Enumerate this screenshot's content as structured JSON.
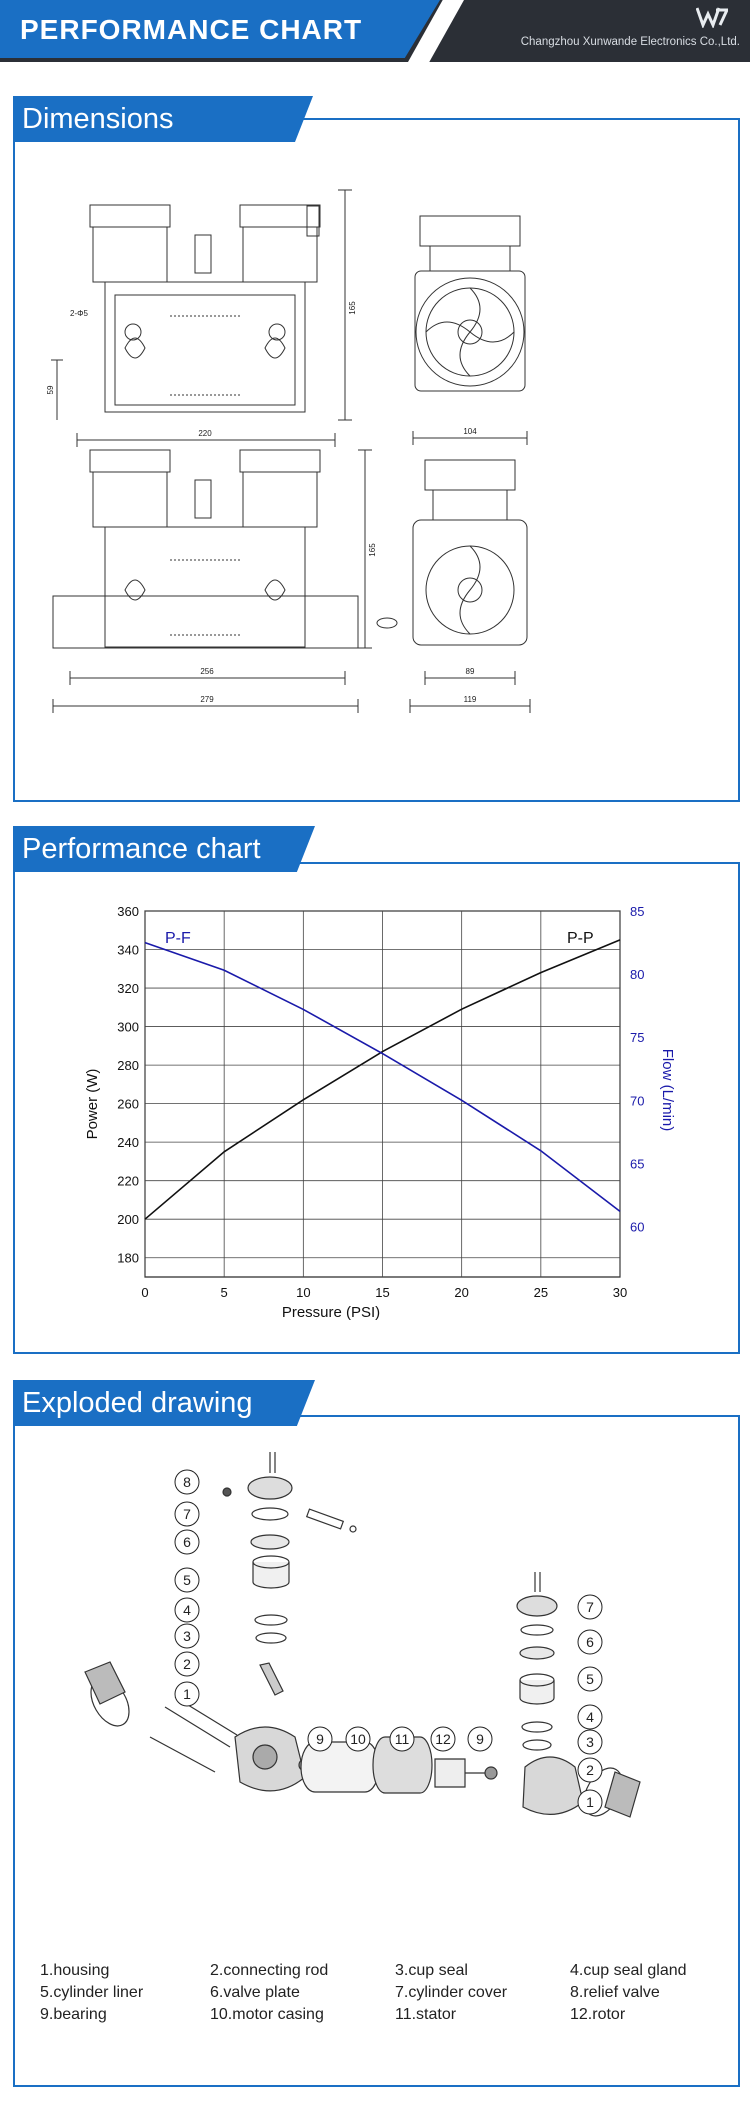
{
  "header": {
    "title": "PERFORMANCE CHART",
    "company": "Changzhou Xunwande Electronics Co.,Ltd."
  },
  "sections": {
    "dimensions": "Dimensions",
    "performance": "Performance chart",
    "exploded": "Exploded drawing"
  },
  "dimension_labels": {
    "top_width": "220",
    "top_height": "165",
    "top_side_width": "104",
    "left_small": "2-Φ5",
    "left_height": "59",
    "bottom_width_inner": "256",
    "bottom_width_outer": "279",
    "bottom_height": "165",
    "bottom_side_inner": "89",
    "bottom_side_outer": "119"
  },
  "chart_data": {
    "type": "line",
    "xlabel": "Pressure (PSI)",
    "ylabel": "Power (W)",
    "y2label": "Flow (L/min)",
    "xlim": [
      0,
      30
    ],
    "ylim": [
      170,
      360
    ],
    "y2lim": [
      56,
      85
    ],
    "xticks": [
      0,
      5,
      10,
      15,
      20,
      25,
      30
    ],
    "yticks": [
      180,
      200,
      220,
      240,
      260,
      280,
      300,
      320,
      340,
      360
    ],
    "y2ticks": [
      60,
      65,
      70,
      75,
      80,
      85
    ],
    "grid": true,
    "series": [
      {
        "name": "P-P",
        "axis": "left",
        "color": "#111111",
        "x": [
          0,
          5,
          10,
          15,
          20,
          25,
          30
        ],
        "values": [
          200,
          235,
          262,
          287,
          309,
          328,
          345
        ]
      },
      {
        "name": "P-F",
        "axis": "right",
        "color": "#1a1aaa",
        "x": [
          0,
          5,
          10,
          15,
          20,
          25,
          30
        ],
        "values": [
          82.5,
          80.3,
          77.2,
          73.7,
          70.0,
          66.0,
          61.2
        ]
      }
    ]
  },
  "exploded": {
    "callouts": [
      "1",
      "2",
      "3",
      "4",
      "5",
      "6",
      "7",
      "8",
      "9",
      "10",
      "11",
      "12"
    ],
    "legend": [
      "1.housing",
      "2.connecting rod",
      "3.cup seal",
      "4.cup seal gland",
      "5.cylinder liner",
      "6.valve plate",
      "7.cylinder cover",
      "8.relief valve",
      "9.bearing",
      "10.motor casing",
      "11.stator",
      "12.rotor"
    ]
  }
}
